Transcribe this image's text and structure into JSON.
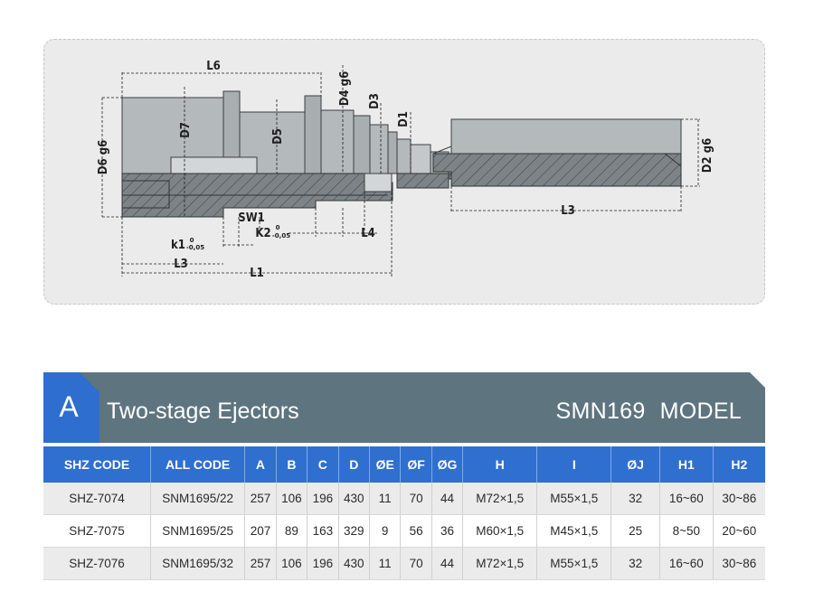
{
  "drawing": {
    "labels": {
      "L6": "L6",
      "D4g6": "D4 g6",
      "D3": "D3",
      "D1": "D1",
      "D7": "D7",
      "D5": "D5",
      "D6g6": "D6 g6",
      "D2g6": "D2 g6",
      "SW1": "SW1",
      "K2": "K2",
      "k1": "k1",
      "tol_upper": "0",
      "tol_lower": "-0,05",
      "L4": "L4",
      "L3_left": "L3",
      "L1": "L1",
      "L3_right": "L3"
    }
  },
  "header": {
    "badge": "A",
    "title": "Two-stage Ejectors",
    "model_code": "SMN169",
    "model_word": "MODEL",
    "colors": {
      "badge": "#2e6ecf",
      "bar": "#5e7580"
    }
  },
  "table": {
    "columns": [
      "SHZ CODE",
      "ALL CODE",
      "A",
      "B",
      "C",
      "D",
      "ØE",
      "ØF",
      "ØG",
      "H",
      "I",
      "ØJ",
      "H1",
      "H2"
    ],
    "rows": [
      [
        "SHZ-7074",
        "SNM1695/22",
        "257",
        "106",
        "196",
        "430",
        "11",
        "70",
        "44",
        "M72×1,5",
        "M55×1,5",
        "32",
        "16~60",
        "30~86"
      ],
      [
        "SHZ-7075",
        "SNM1695/25",
        "207",
        "89",
        "163",
        "329",
        "9",
        "56",
        "36",
        "M60×1,5",
        "M45×1,5",
        "25",
        "8~50",
        "20~60"
      ],
      [
        "SHZ-7076",
        "SNM1695/32",
        "257",
        "106",
        "196",
        "430",
        "11",
        "70",
        "44",
        "M72×1,5",
        "M55×1,5",
        "32",
        "16~60",
        "30~86"
      ]
    ]
  }
}
